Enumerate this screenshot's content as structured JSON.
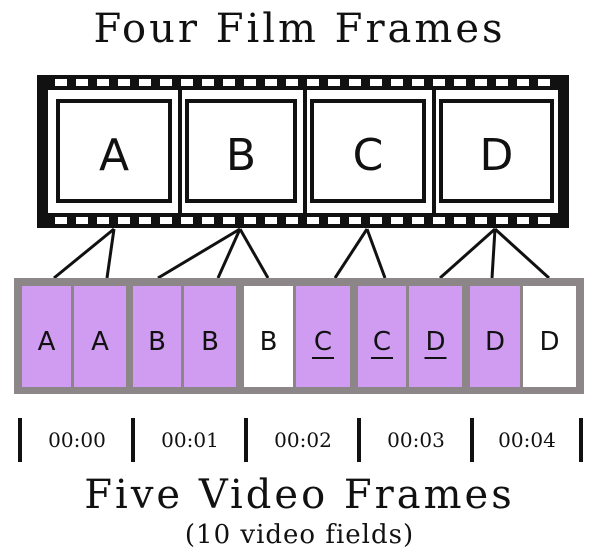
{
  "title": "Four Film Frames",
  "film_frames": [
    "A",
    "B",
    "C",
    "D"
  ],
  "video_fields": [
    {
      "label": "A",
      "color": "purple",
      "underline": false
    },
    {
      "label": "A",
      "color": "purple",
      "underline": false
    },
    {
      "label": "B",
      "color": "purple",
      "underline": false
    },
    {
      "label": "B",
      "color": "purple",
      "underline": false
    },
    {
      "label": "B",
      "color": "white",
      "underline": false
    },
    {
      "label": "C",
      "color": "purple",
      "underline": true
    },
    {
      "label": "C",
      "color": "purple",
      "underline": true
    },
    {
      "label": "D",
      "color": "purple",
      "underline": true
    },
    {
      "label": "D",
      "color": "purple",
      "underline": false
    },
    {
      "label": "D",
      "color": "white",
      "underline": false
    }
  ],
  "mapping": [
    {
      "film": 0,
      "fields": [
        0,
        1
      ]
    },
    {
      "film": 1,
      "fields": [
        2,
        3,
        4
      ]
    },
    {
      "film": 2,
      "fields": [
        5,
        6
      ]
    },
    {
      "film": 3,
      "fields": [
        7,
        8,
        9
      ]
    }
  ],
  "timecodes": [
    "00:00",
    "00:01",
    "00:02",
    "00:03",
    "00:04"
  ],
  "bottom_title": "Five Video Frames",
  "subtitle": "(10 video fields)",
  "colors": {
    "purple": "#cf9cf1",
    "white": "#ffffff",
    "border": "#8d8689",
    "ink": "#111111"
  }
}
